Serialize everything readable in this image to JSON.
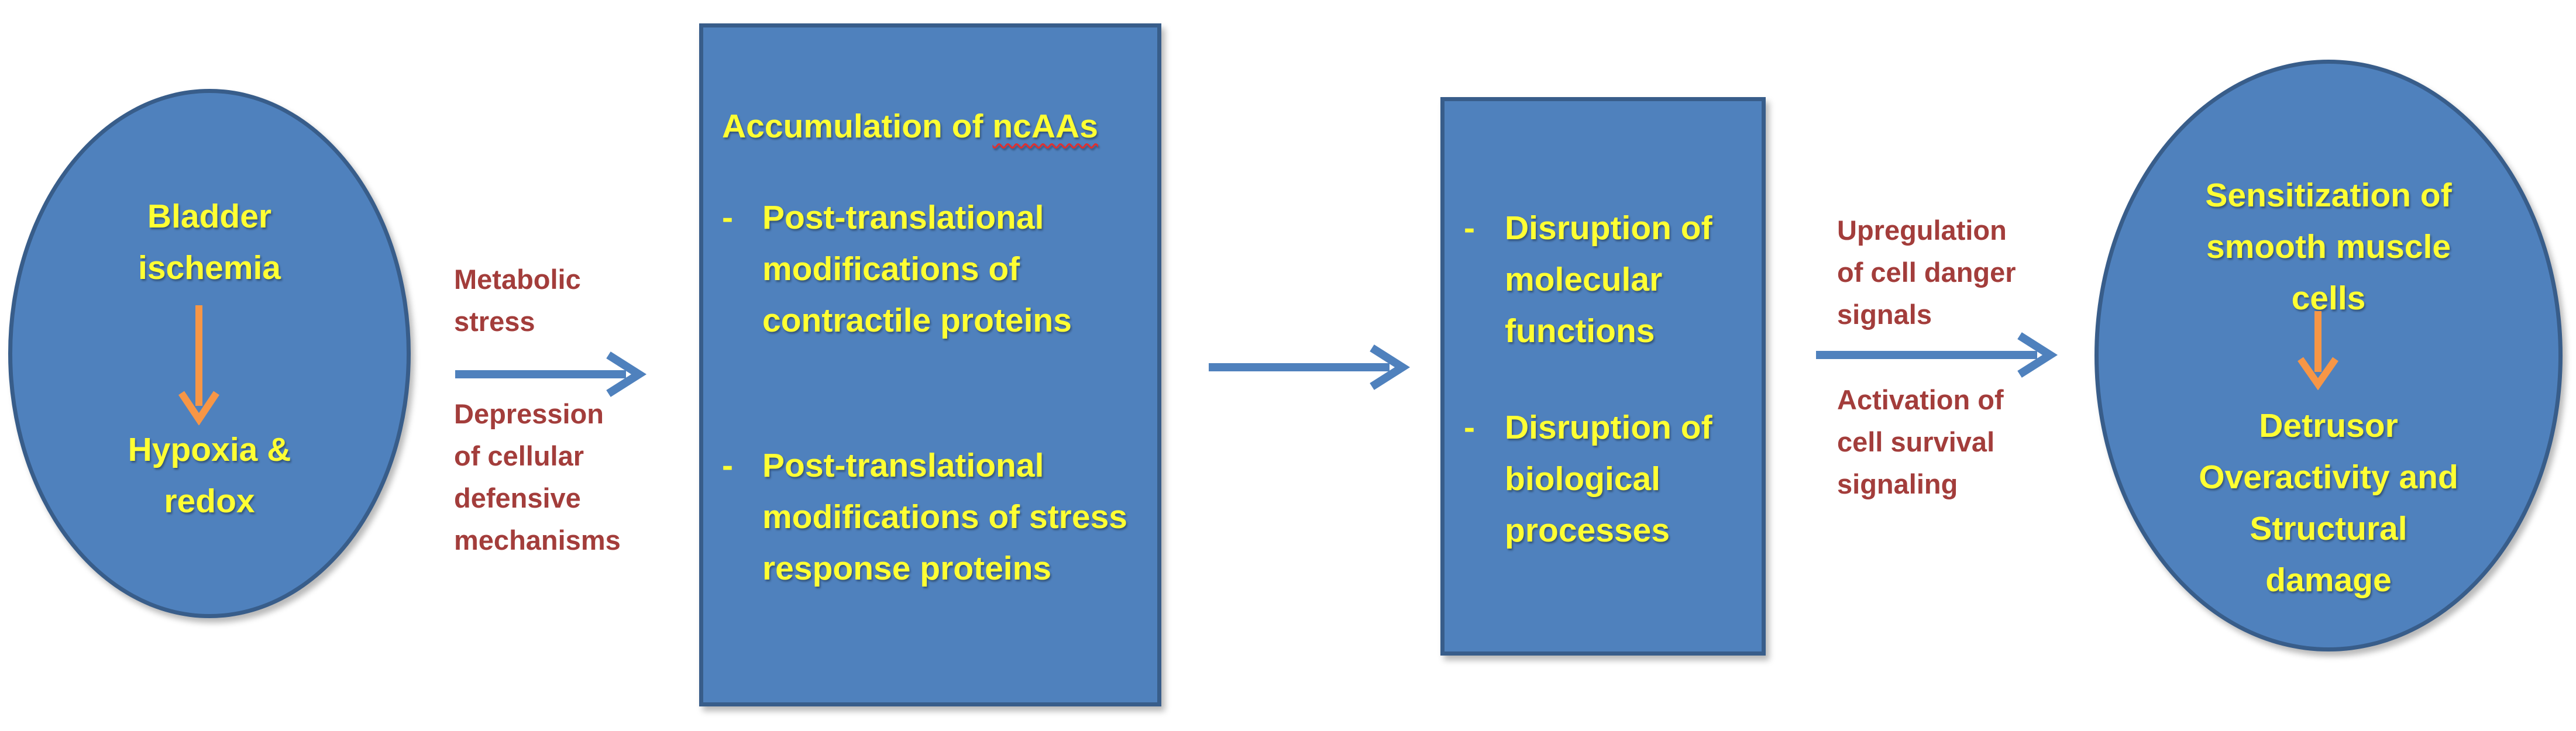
{
  "nodes": {
    "left_ellipse": {
      "top_lines": [
        "Bladder",
        "ischemia"
      ],
      "bottom_lines": [
        "Hypoxia &",
        "redox"
      ]
    },
    "box1": {
      "title_prefix": "Accumulation of ",
      "title_term": "ncAAs",
      "bullet1_lines": [
        "Post-translational",
        "modifications of",
        "contractile proteins"
      ],
      "bullet2_lines": [
        "Post-translational",
        "modifications of stress",
        "response proteins"
      ],
      "bullet_marker": "-"
    },
    "box2": {
      "bullet1_lines": [
        "Disruption of",
        "molecular",
        "functions"
      ],
      "bullet2_lines": [
        "Disruption of",
        "biological",
        "processes"
      ],
      "bullet_marker": "-"
    },
    "right_ellipse": {
      "top_lines": [
        "Sensitization of",
        "smooth muscle",
        "cells"
      ],
      "bottom_lines": [
        "Detrusor",
        "Overactivity and",
        "Structural",
        "damage"
      ]
    }
  },
  "edge_labels": {
    "arrow1_above": [
      "Metabolic",
      "stress"
    ],
    "arrow1_below": [
      "Depression",
      "of cellular",
      "defensive",
      "mechanisms"
    ],
    "arrow3_above": [
      "Upregulation",
      "of cell danger",
      "signals"
    ],
    "arrow3_below": [
      "Activation of",
      "cell survival",
      "signaling"
    ]
  },
  "colors": {
    "shape_fill": "#4f81bd",
    "shape_border": "#385d8a",
    "node_text": "#ffff33",
    "edge_label_text": "#a33d3b",
    "connector_arrow": "#4f81bd",
    "inner_arrow": "#f79646"
  }
}
